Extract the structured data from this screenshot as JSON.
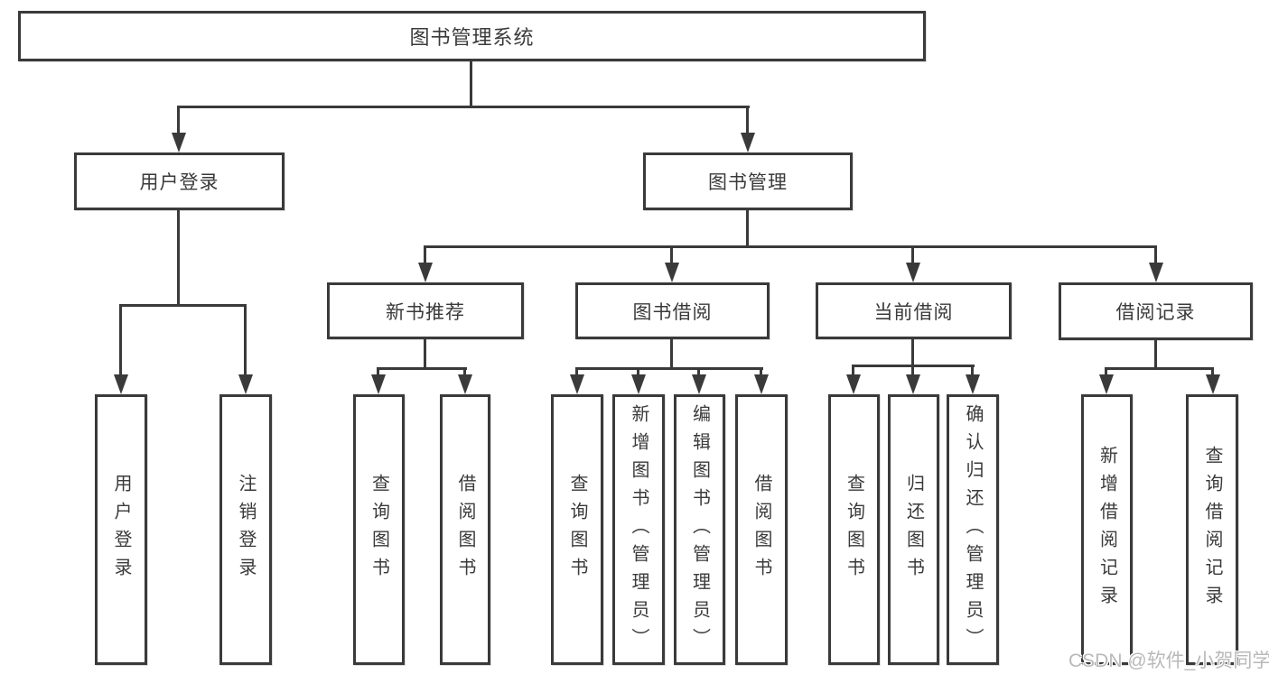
{
  "tree": {
    "label": "图书管理系统",
    "children": [
      {
        "label": "用户登录",
        "children": [
          {
            "label": "用户登录"
          },
          {
            "label": "注销登录"
          }
        ]
      },
      {
        "label": "图书管理",
        "children": [
          {
            "label": "新书推荐",
            "children": [
              {
                "label": "查询图书"
              },
              {
                "label": "借阅图书"
              }
            ]
          },
          {
            "label": "图书借阅",
            "children": [
              {
                "label": "查询图书"
              },
              {
                "label": "新增图书（管理员）"
              },
              {
                "label": "编辑图书（管理员）"
              },
              {
                "label": "借阅图书"
              }
            ]
          },
          {
            "label": "当前借阅",
            "children": [
              {
                "label": "查询图书"
              },
              {
                "label": "归还图书"
              },
              {
                "label": "确认归还（管理员）"
              }
            ]
          },
          {
            "label": "借阅记录",
            "children": [
              {
                "label": "新增借阅记录"
              },
              {
                "label": "查询借阅记录"
              }
            ]
          }
        ]
      }
    ]
  },
  "watermark": {
    "text": "CSDN @软件_小贺同学"
  },
  "colors": {
    "line": "#3a3a3a",
    "text": "#3a3a3a",
    "watermark_text": "#b9b9b9",
    "background": "#ffffff"
  }
}
